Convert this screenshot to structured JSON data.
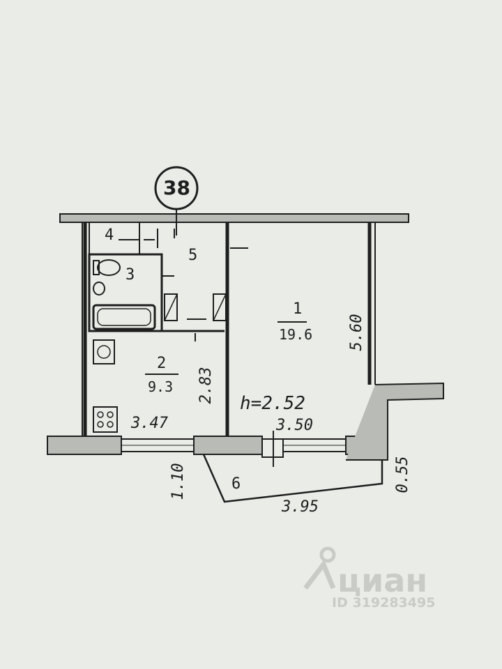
{
  "plan": {
    "axis_label": "38",
    "rooms": [
      {
        "number": "1",
        "area": "19.6"
      },
      {
        "number": "2",
        "area": "9.3"
      },
      {
        "number": "3"
      },
      {
        "number": "4"
      },
      {
        "number": "5"
      },
      {
        "number": "6"
      }
    ],
    "ceiling_height": "h=2.52",
    "dimensions": {
      "room1_length": "5.60",
      "room1_width": "3.50",
      "room2_length": "2.83",
      "room2_width": "3.47",
      "balcony_depth_left": "1.10",
      "balcony_length": "3.95",
      "balcony_depth_right": "0.55"
    }
  },
  "watermark": {
    "brand": "циан",
    "listing_id": "ID 319283495"
  },
  "colors": {
    "paper": "#e9ece7",
    "ink": "#1e1e1e",
    "wall_fill": "#b8bbb6",
    "watermark": "#c9cbc7"
  }
}
